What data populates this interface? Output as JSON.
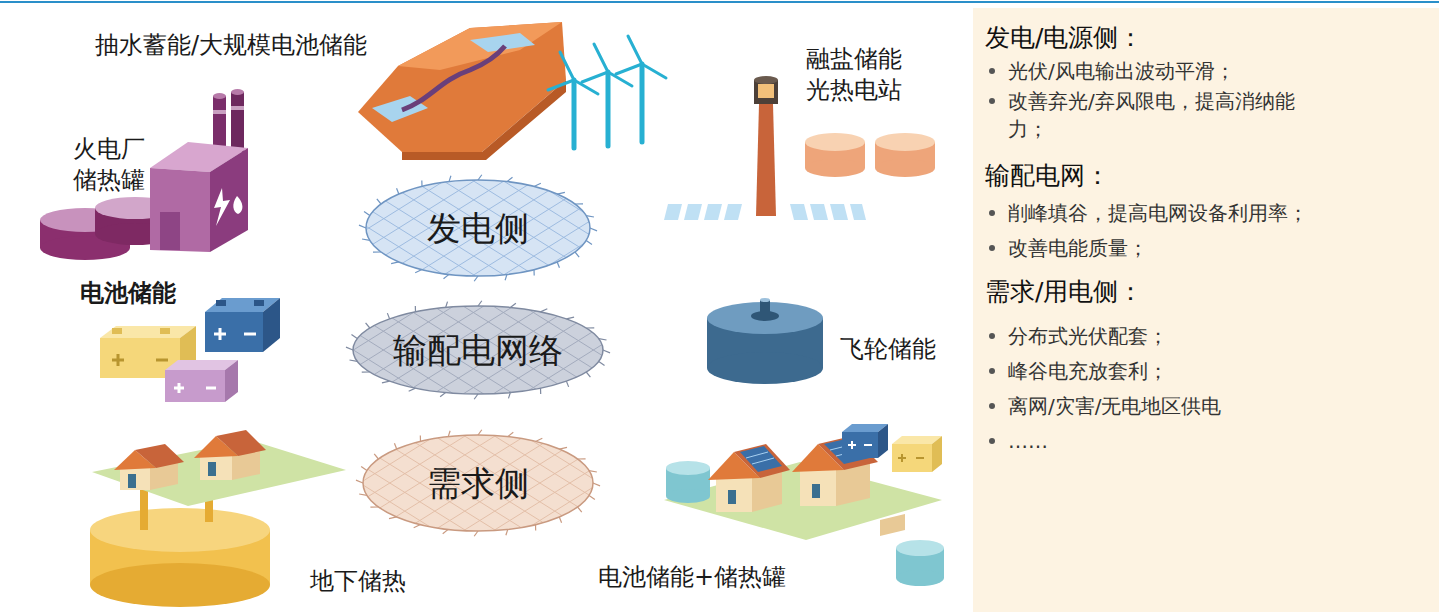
{
  "diagram": {
    "nodes": [
      {
        "text": [
          "发电侧"
        ]
      },
      {
        "text": [
          "输配电网络"
        ]
      },
      {
        "text": [
          "需求侧"
        ]
      },
      {
        "text": [
          "发电/电源侧：",
          "光伏/风电输出波动平滑；",
          "改善弃光/弃风限电，提高消纳能力；",
          "输配电网：",
          "削峰填谷，提高电网设备利用率；",
          "改善电能质量；",
          "需求/用电侧：",
          "分布式光伏配套；",
          "峰谷电充放套利；",
          "离网/灾害/无电地区供电",
          "……"
        ]
      }
    ],
    "labels": [
      "抽水蓄能/大规模电池储能",
      "火电厂 储热罐",
      "融盐储能 光热电站",
      "电池储能",
      "飞轮储能",
      "地下储热",
      "电池储能+储热罐"
    ]
  }
}
